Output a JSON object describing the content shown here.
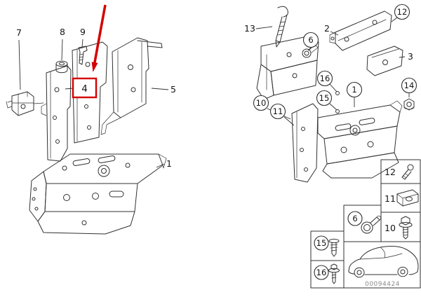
{
  "diagram": {
    "part_number": "00094424",
    "highlight": {
      "color": "#d40000"
    },
    "left_assembly": {
      "callouts": {
        "n7": "7",
        "n8": "8",
        "n9": "9",
        "n4": "4",
        "n5": "5",
        "n1": "1"
      }
    },
    "right_assembly": {
      "callouts": {
        "n13": "13",
        "n2": "2",
        "n12": "12",
        "n6": "6",
        "n3": "3",
        "n16": "16",
        "n15": "15",
        "n1": "1",
        "n14": "14",
        "n10": "10",
        "n11": "11"
      }
    },
    "legend": {
      "cells": [
        {
          "label": "12",
          "icon": "torx-screw-icon"
        },
        {
          "label": "11",
          "icon": "sheet-metal-clip-icon"
        },
        {
          "label": "10",
          "icon": "hex-bolt-icon"
        },
        {
          "label": "6",
          "icon": "cable-clamp-icon"
        },
        {
          "label": "15",
          "icon": "expanding-rivet-icon"
        },
        {
          "label": "16",
          "icon": "screw-washer-icon"
        }
      ],
      "vehicle_thumbnail": "car-silhouette-icon"
    }
  }
}
